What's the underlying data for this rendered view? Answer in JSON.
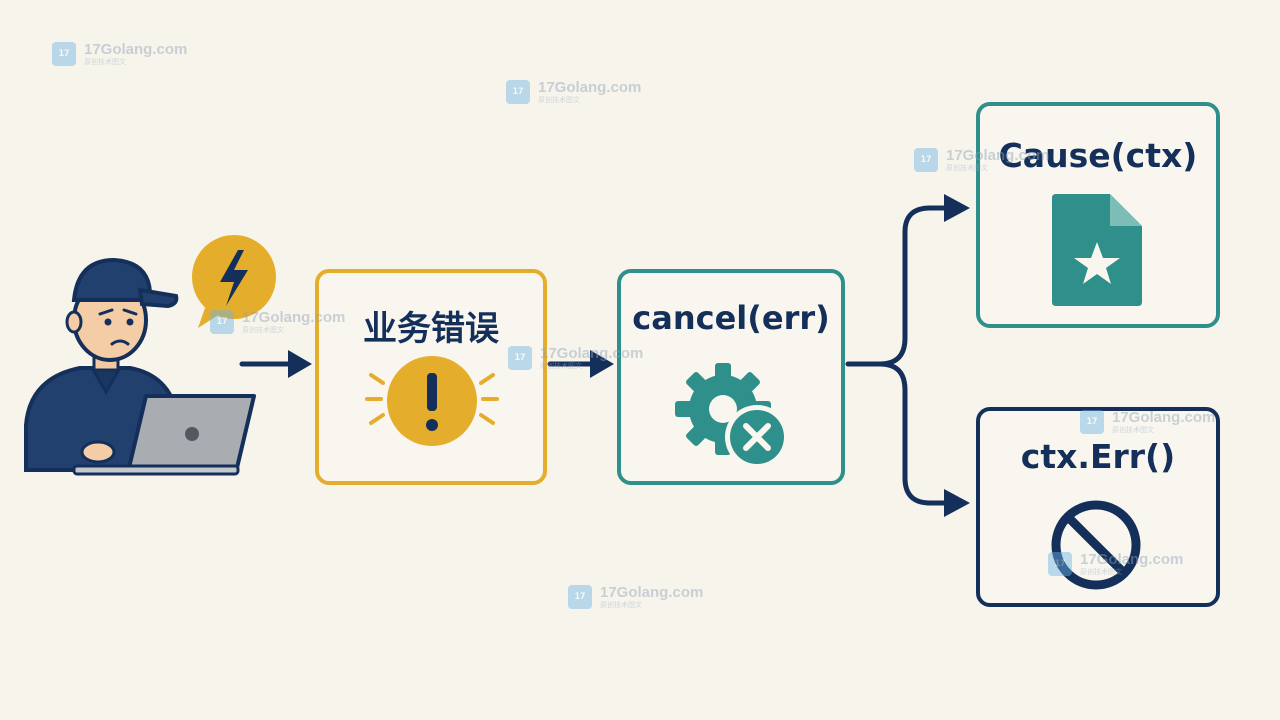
{
  "diagram": {
    "box_business": {
      "title": "业务错误"
    },
    "box_cancel": {
      "title": "cancel(err)"
    },
    "box_cause": {
      "title": "Cause(ctx)"
    },
    "box_err": {
      "title": "ctx.Err()"
    }
  },
  "watermark": {
    "text": "17Golang.com",
    "subtext": "原创技术图文"
  },
  "colors": {
    "background": "#f7f4ec",
    "navy": "#14305a",
    "amber": "#e5ad2c",
    "teal": "#2f8f8a",
    "gray": "#8c8f94"
  },
  "icons": [
    "developer-avatar-icon",
    "lightning-bubble-icon",
    "alert-icon",
    "gear-cancel-icon",
    "document-star-icon",
    "prohibited-icon"
  ]
}
